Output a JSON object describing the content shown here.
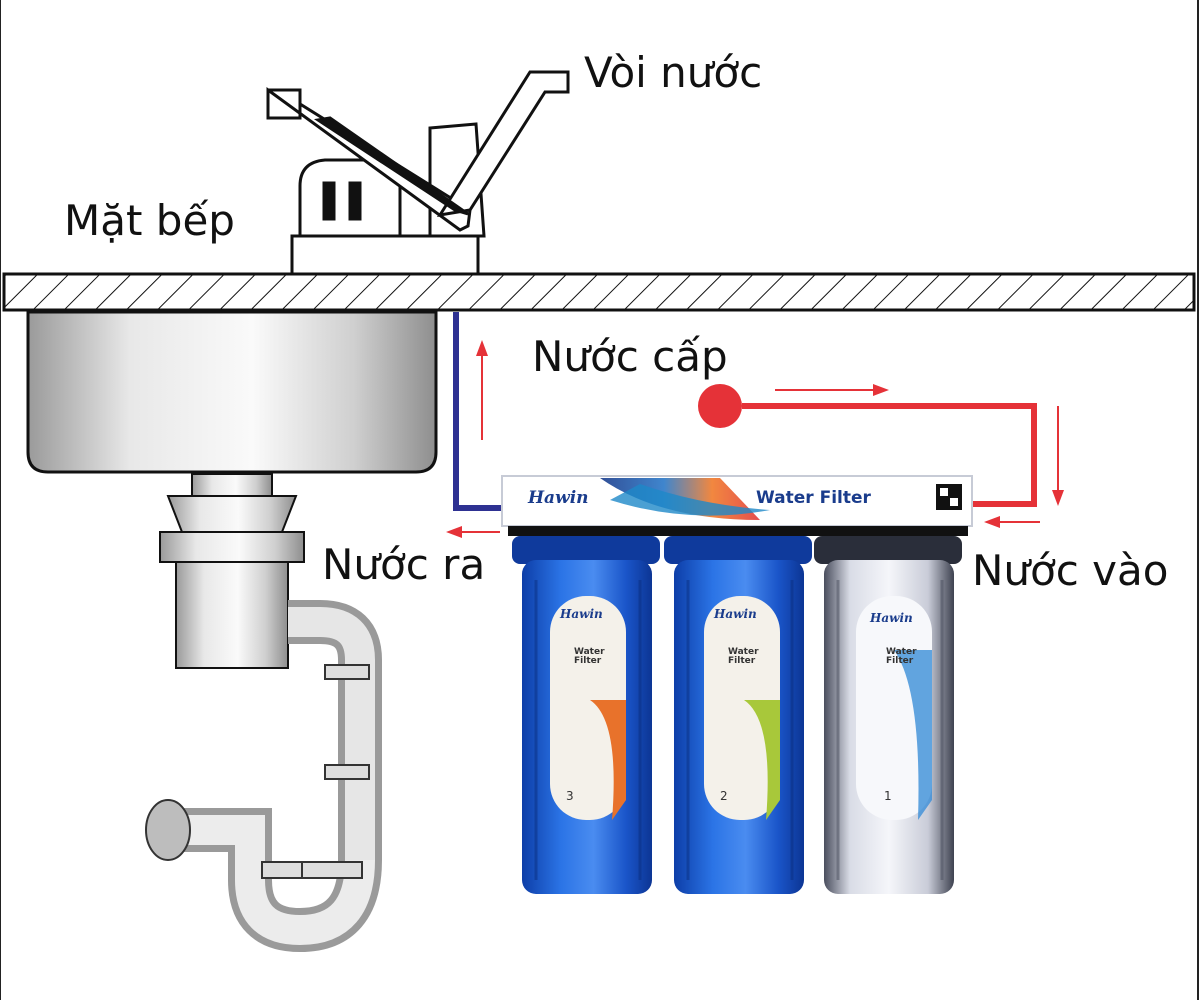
{
  "labels": {
    "faucet": "Vòi nước",
    "countertop": "Mặt bếp",
    "supply_water": "Nước cấp",
    "water_out": "Nước ra",
    "water_in": "Nước vào"
  },
  "filter_unit": {
    "brand": "Hawin",
    "header_title": "Water Filter",
    "housings": [
      {
        "number": "3",
        "color": "blue",
        "cartridge": "Water Filter",
        "accent": "#e8722b"
      },
      {
        "number": "2",
        "color": "blue",
        "cartridge": "Water Filter",
        "accent": "#a8c83a"
      },
      {
        "number": "1",
        "color": "clear",
        "cartridge": "Water Filter",
        "accent": "#3b8fd8"
      }
    ]
  },
  "colors": {
    "supply_line": "#e53238",
    "output_line": "#2e3192",
    "housing_blue": "#1f5fd1",
    "housing_clear": "#d9dde6"
  }
}
